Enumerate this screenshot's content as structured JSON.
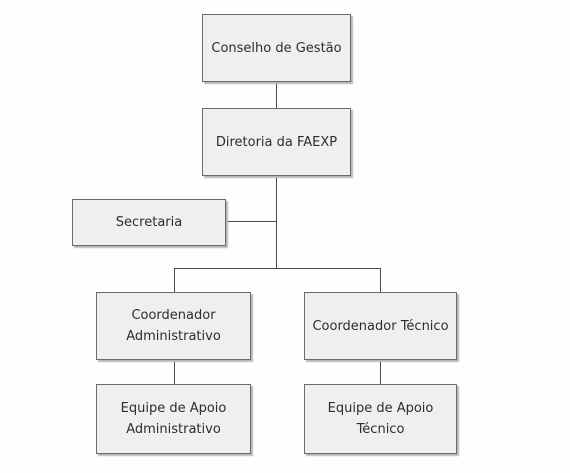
{
  "nodes": {
    "conselho": {
      "label": "Conselho de Gestão"
    },
    "diretoria": {
      "label": "Diretoria da FAEXP"
    },
    "secretaria": {
      "label": "Secretaria"
    },
    "coord_admin": {
      "line1": "Coordenador",
      "line2": "Administrativo"
    },
    "coord_tecnico": {
      "label": "Coordenador Técnico"
    },
    "equipe_admin": {
      "line1": "Equipe de Apoio",
      "line2": "Administrativo"
    },
    "equipe_tecnico": {
      "line1": "Equipe de Apoio",
      "line2": "Técnico"
    }
  }
}
